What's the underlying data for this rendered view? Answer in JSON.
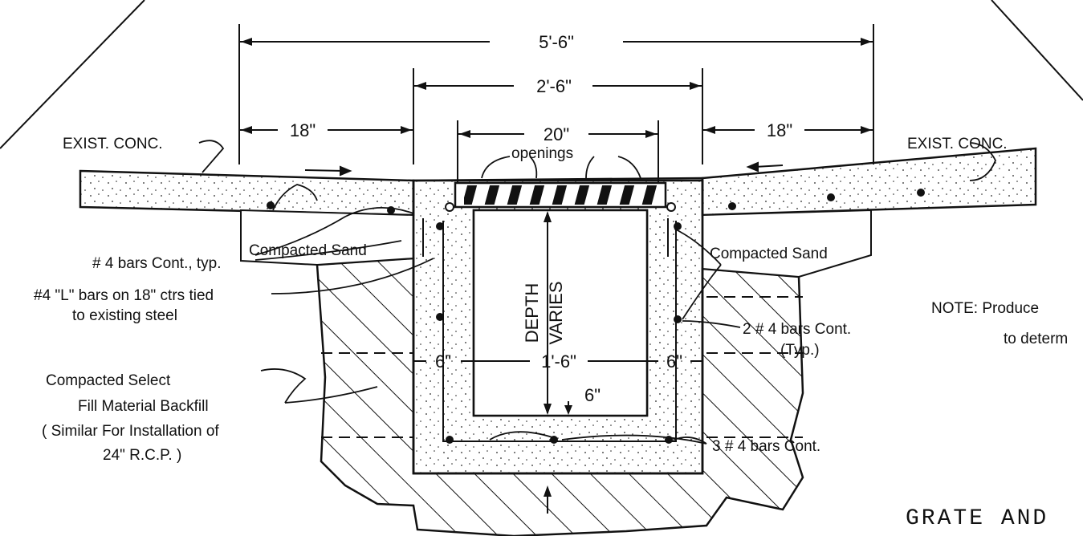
{
  "dimensions": {
    "overall": "5'-6\"",
    "inner": "2'-6\"",
    "left_strip": "18\"",
    "right_strip": "18\"",
    "grate": "20\"",
    "wall_left": "6\"",
    "wall_right": "6\"",
    "channel_width": "1'-6\"",
    "floor": "6\""
  },
  "labels": {
    "exist_conc_left": "EXIST. CONC.",
    "exist_conc_right": "EXIST. CONC.",
    "openings": "openings",
    "compacted_sand_left": "Compacted Sand",
    "compacted_sand_right": "Compacted Sand",
    "bars_cont_typ": "# 4 bars Cont., typ.",
    "l_bars_line1": "#4 \"L\" bars on 18\" ctrs tied",
    "l_bars_line2": "to existing steel",
    "depth": "DEPTH",
    "varies": "VARIES",
    "two_bars_line1": "2 # 4 bars Cont.",
    "two_bars_line2": "(Typ.)",
    "three_bars": "3 # 4 bars Cont.",
    "backfill_line1": "Compacted Select",
    "backfill_line2": "Fill Material Backfill",
    "backfill_line3": "( Similar For Installation of",
    "backfill_line4": "24\" R.C.P. )",
    "note_line1": "NOTE: Produce",
    "note_line2": "to determ",
    "title_partial": "GRATE AND"
  }
}
